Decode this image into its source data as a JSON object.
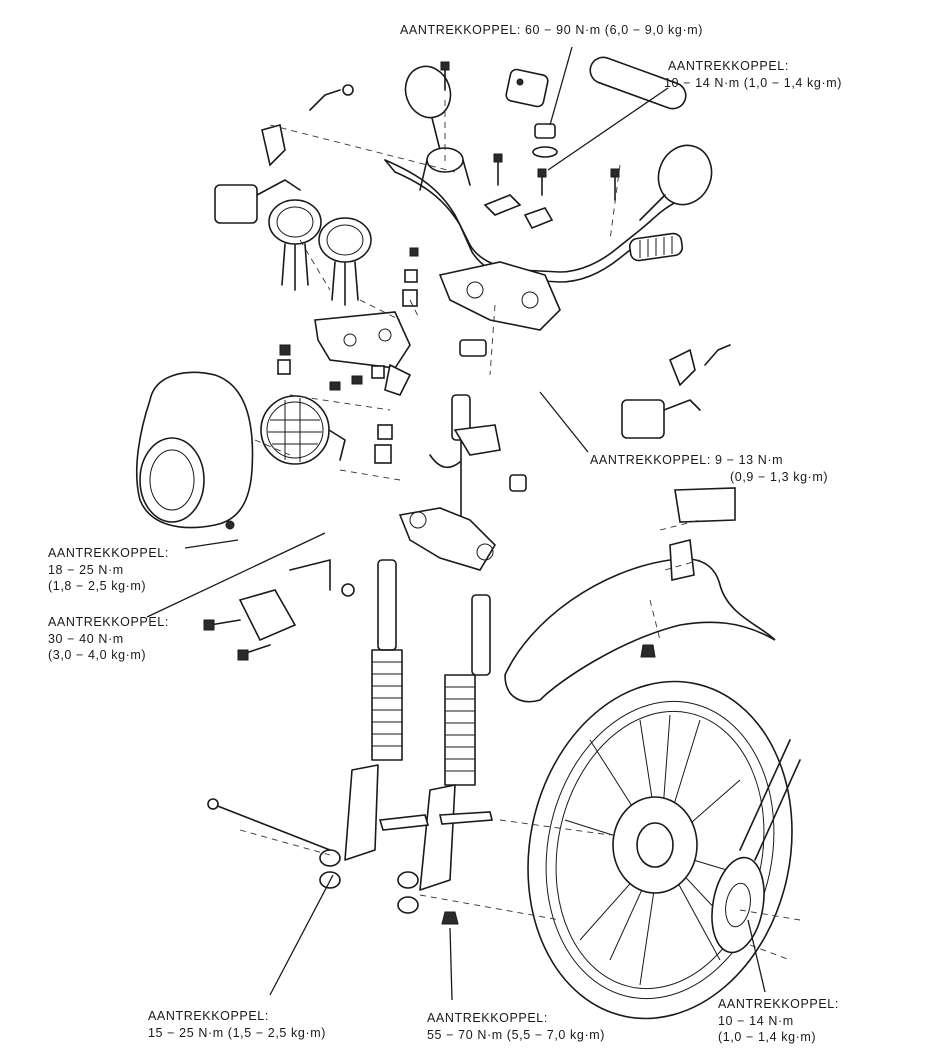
{
  "callouts": [
    {
      "id": "c1",
      "lines": [
        "AANTREKKOPPEL: 60 − 90 N·m (6,0 − 9,0 kg·m)"
      ]
    },
    {
      "id": "c2",
      "lines": [
        "AANTREKKOPPEL:",
        "10 − 14 N·m (1,0 − 1,4 kg·m)"
      ]
    },
    {
      "id": "c3",
      "lines": [
        "AANTREKKOPPEL: 9 − 13 N·m",
        "(0,9 − 1,3 kg·m)"
      ]
    },
    {
      "id": "c4",
      "lines": [
        "AANTREKKOPPEL:",
        "18 − 25 N·m",
        "(1,8 − 2,5 kg·m)"
      ]
    },
    {
      "id": "c5",
      "lines": [
        "AANTREKKOPPEL:",
        "30 − 40 N·m",
        "(3,0 − 4,0 kg·m)"
      ]
    },
    {
      "id": "c6",
      "lines": [
        "AANTREKKOPPEL:",
        "15 − 25 N·m (1,5 − 2,5 kg·m)"
      ]
    },
    {
      "id": "c7",
      "lines": [
        "AANTREKKOPPEL:",
        "55 − 70 N·m (5,5 − 7,0 kg·m)"
      ]
    },
    {
      "id": "c8",
      "lines": [
        "AANTREKKOPPEL:",
        "10 − 14 N·m",
        "(1,0 − 1,4 kg·m)"
      ]
    }
  ]
}
